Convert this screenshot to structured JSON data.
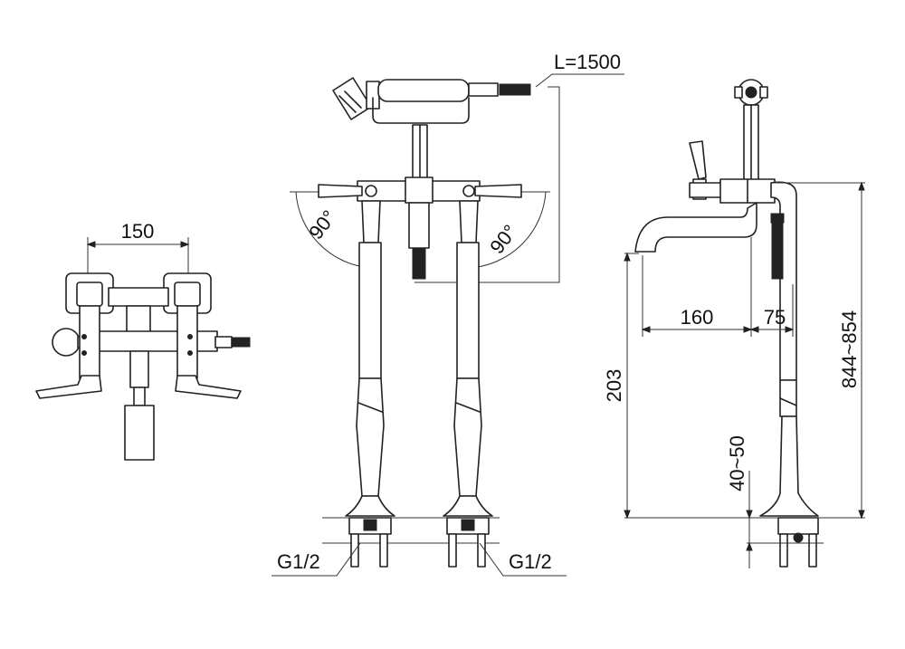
{
  "dimensions": {
    "width_150": "150",
    "hose_length": "L=1500",
    "angle_left": "90°",
    "angle_right": "90°",
    "inlet_left": "G1/2",
    "inlet_right": "G1/2",
    "spout_reach": "160",
    "offset_75": "75",
    "spout_height": "203",
    "total_height": "844~854",
    "floor_gap": "40~50"
  }
}
